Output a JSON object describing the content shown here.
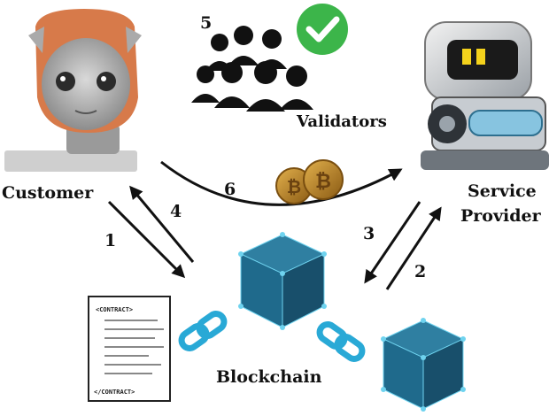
{
  "labels": {
    "customer": "Customer",
    "validators": "Validators",
    "service_provider_line1": "Service",
    "service_provider_line2": "Provider",
    "blockchain": "Blockchain"
  },
  "steps": [
    "1",
    "2",
    "3",
    "4",
    "5",
    "6"
  ],
  "contract": {
    "open_tag": "<CONTRACT>",
    "close_tag": "</CONTRACT>"
  },
  "coin_symbol": "₿",
  "colors": {
    "cube_top": "#2f7fa1",
    "cube_left": "#1f6a8c",
    "cube_right": "#184f6b",
    "cube_edge": "#6fd3ef",
    "chain": "#29a9d6",
    "check": "#3cb54a",
    "coin": "#c08a2a",
    "ink": "#111111"
  },
  "icons": {
    "customer": "robot-head-icon",
    "validators": "people-group-icon",
    "check": "checkmark-badge-icon",
    "provider": "wall-e-robot-icon",
    "coins": "bitcoin-coins-icon",
    "contract": "contract-document-icon",
    "chain": "chain-link-icon",
    "block": "cube-block-icon"
  }
}
